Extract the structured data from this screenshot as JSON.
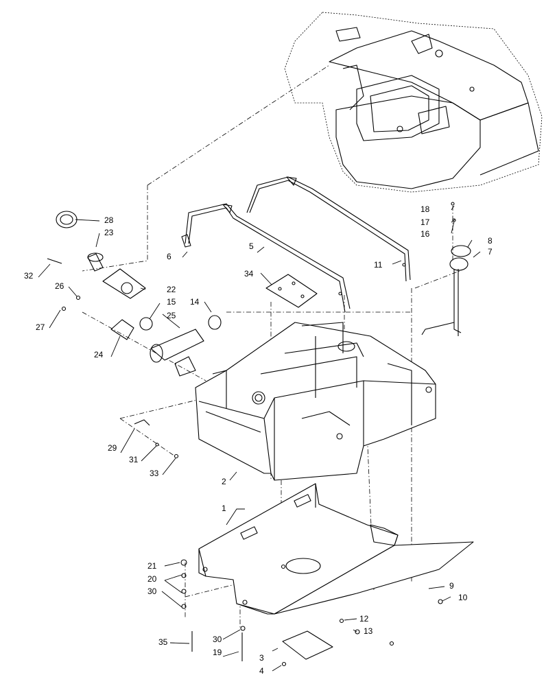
{
  "callouts": [
    {
      "id": "c1",
      "label": "1"
    },
    {
      "id": "c2",
      "label": "2"
    },
    {
      "id": "c3",
      "label": "3"
    },
    {
      "id": "c4",
      "label": "4"
    },
    {
      "id": "c5",
      "label": "5"
    },
    {
      "id": "c6",
      "label": "6"
    },
    {
      "id": "c7",
      "label": "7"
    },
    {
      "id": "c8",
      "label": "8"
    },
    {
      "id": "c9",
      "label": "9"
    },
    {
      "id": "c10",
      "label": "10"
    },
    {
      "id": "c11",
      "label": "11"
    },
    {
      "id": "c12",
      "label": "12"
    },
    {
      "id": "c13",
      "label": "13"
    },
    {
      "id": "c14",
      "label": "14"
    },
    {
      "id": "c15",
      "label": "15"
    },
    {
      "id": "c16",
      "label": "16"
    },
    {
      "id": "c17",
      "label": "17"
    },
    {
      "id": "c18",
      "label": "18"
    },
    {
      "id": "c19",
      "label": "19"
    },
    {
      "id": "c20",
      "label": "20"
    },
    {
      "id": "c21",
      "label": "21"
    },
    {
      "id": "c22",
      "label": "22"
    },
    {
      "id": "c23",
      "label": "23"
    },
    {
      "id": "c24",
      "label": "24"
    },
    {
      "id": "c25",
      "label": "25"
    },
    {
      "id": "c26",
      "label": "26"
    },
    {
      "id": "c27",
      "label": "27"
    },
    {
      "id": "c28",
      "label": "28"
    },
    {
      "id": "c29",
      "label": "29"
    },
    {
      "id": "c30a",
      "label": "30"
    },
    {
      "id": "c30b",
      "label": "30"
    },
    {
      "id": "c31",
      "label": "31"
    },
    {
      "id": "c32",
      "label": "32"
    },
    {
      "id": "c33",
      "label": "33"
    },
    {
      "id": "c34",
      "label": "34"
    },
    {
      "id": "c35",
      "label": "35"
    }
  ]
}
